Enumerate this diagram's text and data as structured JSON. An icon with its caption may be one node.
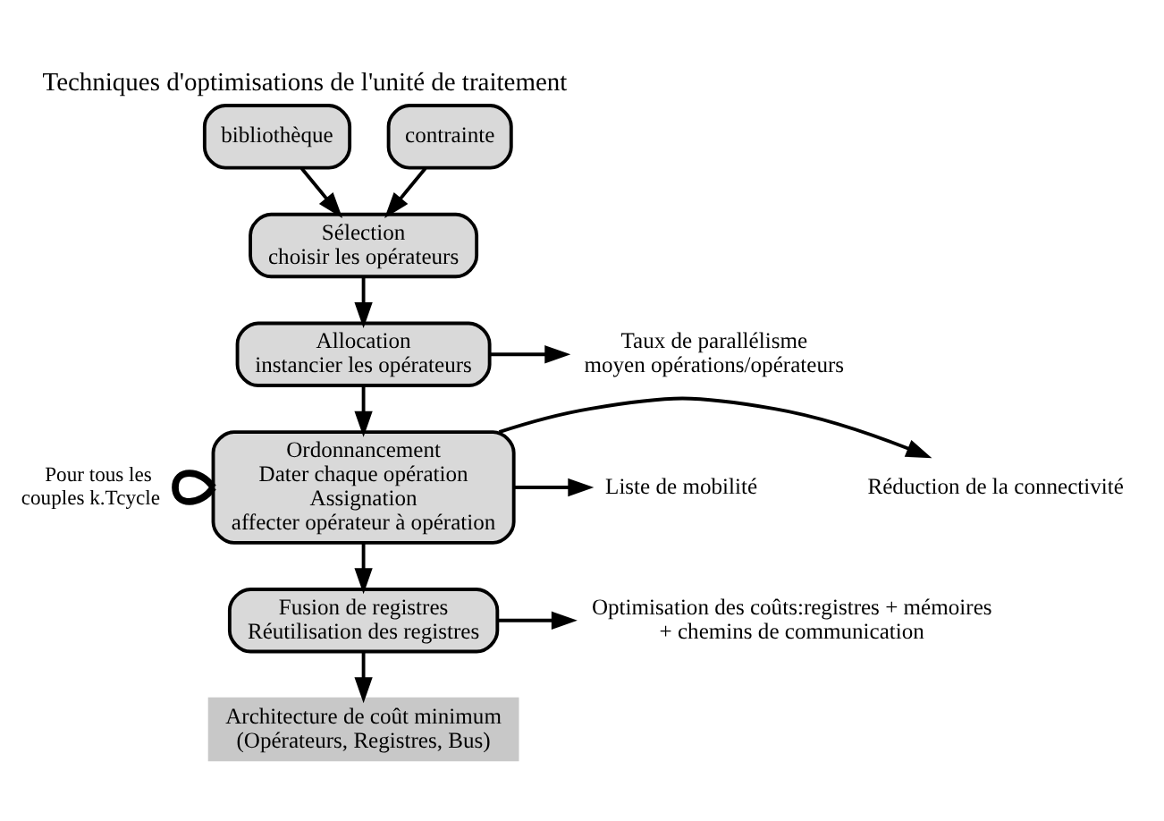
{
  "diagram": {
    "title": "Techniques d'optimisations de l'unité de traitement",
    "nodes": [
      {
        "text": [
          "bibliothèque"
        ]
      },
      {
        "text": [
          "contrainte"
        ]
      },
      {
        "text": [
          "Sélection",
          "choisir les opérateurs"
        ]
      },
      {
        "text": [
          "Allocation",
          "instancier les opérateurs"
        ]
      },
      {
        "text": [
          "Ordonnancement",
          "Dater chaque opération",
          "Assignation",
          "affecter opérateur à opération"
        ]
      },
      {
        "text": [
          "Fusion de registres",
          "Réutilisation des registres"
        ]
      },
      {
        "text": [
          "Architecture de coût minimum (Opérateurs, Registres, Bus)"
        ]
      },
      {
        "text": [
          "Taux de parallélisme moyen opérations/opérateurs"
        ]
      },
      {
        "text": [
          "Liste de mobilité"
        ]
      },
      {
        "text": [
          "Réduction de la connectivité"
        ]
      },
      {
        "text": [
          "Optimisation des coûts:registres + mémoires + chemins de communication"
        ]
      }
    ],
    "edges": [
      {
        "from": 0,
        "to": 2,
        "arrow": "to"
      },
      {
        "from": 1,
        "to": 2,
        "arrow": "to"
      },
      {
        "from": 2,
        "to": 3,
        "arrow": "to"
      },
      {
        "from": 3,
        "to": 4,
        "arrow": "to"
      },
      {
        "from": 4,
        "to": 5,
        "arrow": "to"
      },
      {
        "from": 5,
        "to": 6,
        "arrow": "to"
      },
      {
        "from": 3,
        "to": 7,
        "arrow": "to"
      },
      {
        "from": 4,
        "to": 8,
        "arrow": "to"
      },
      {
        "from": 4,
        "to": 9,
        "arrow": "to"
      },
      {
        "from": 5,
        "to": 10,
        "arrow": "to"
      },
      {
        "from": 4,
        "to": 4,
        "arrow": "none",
        "label": "Pour tous les couples k.Tcycle",
        "style": "thick"
      }
    ]
  }
}
